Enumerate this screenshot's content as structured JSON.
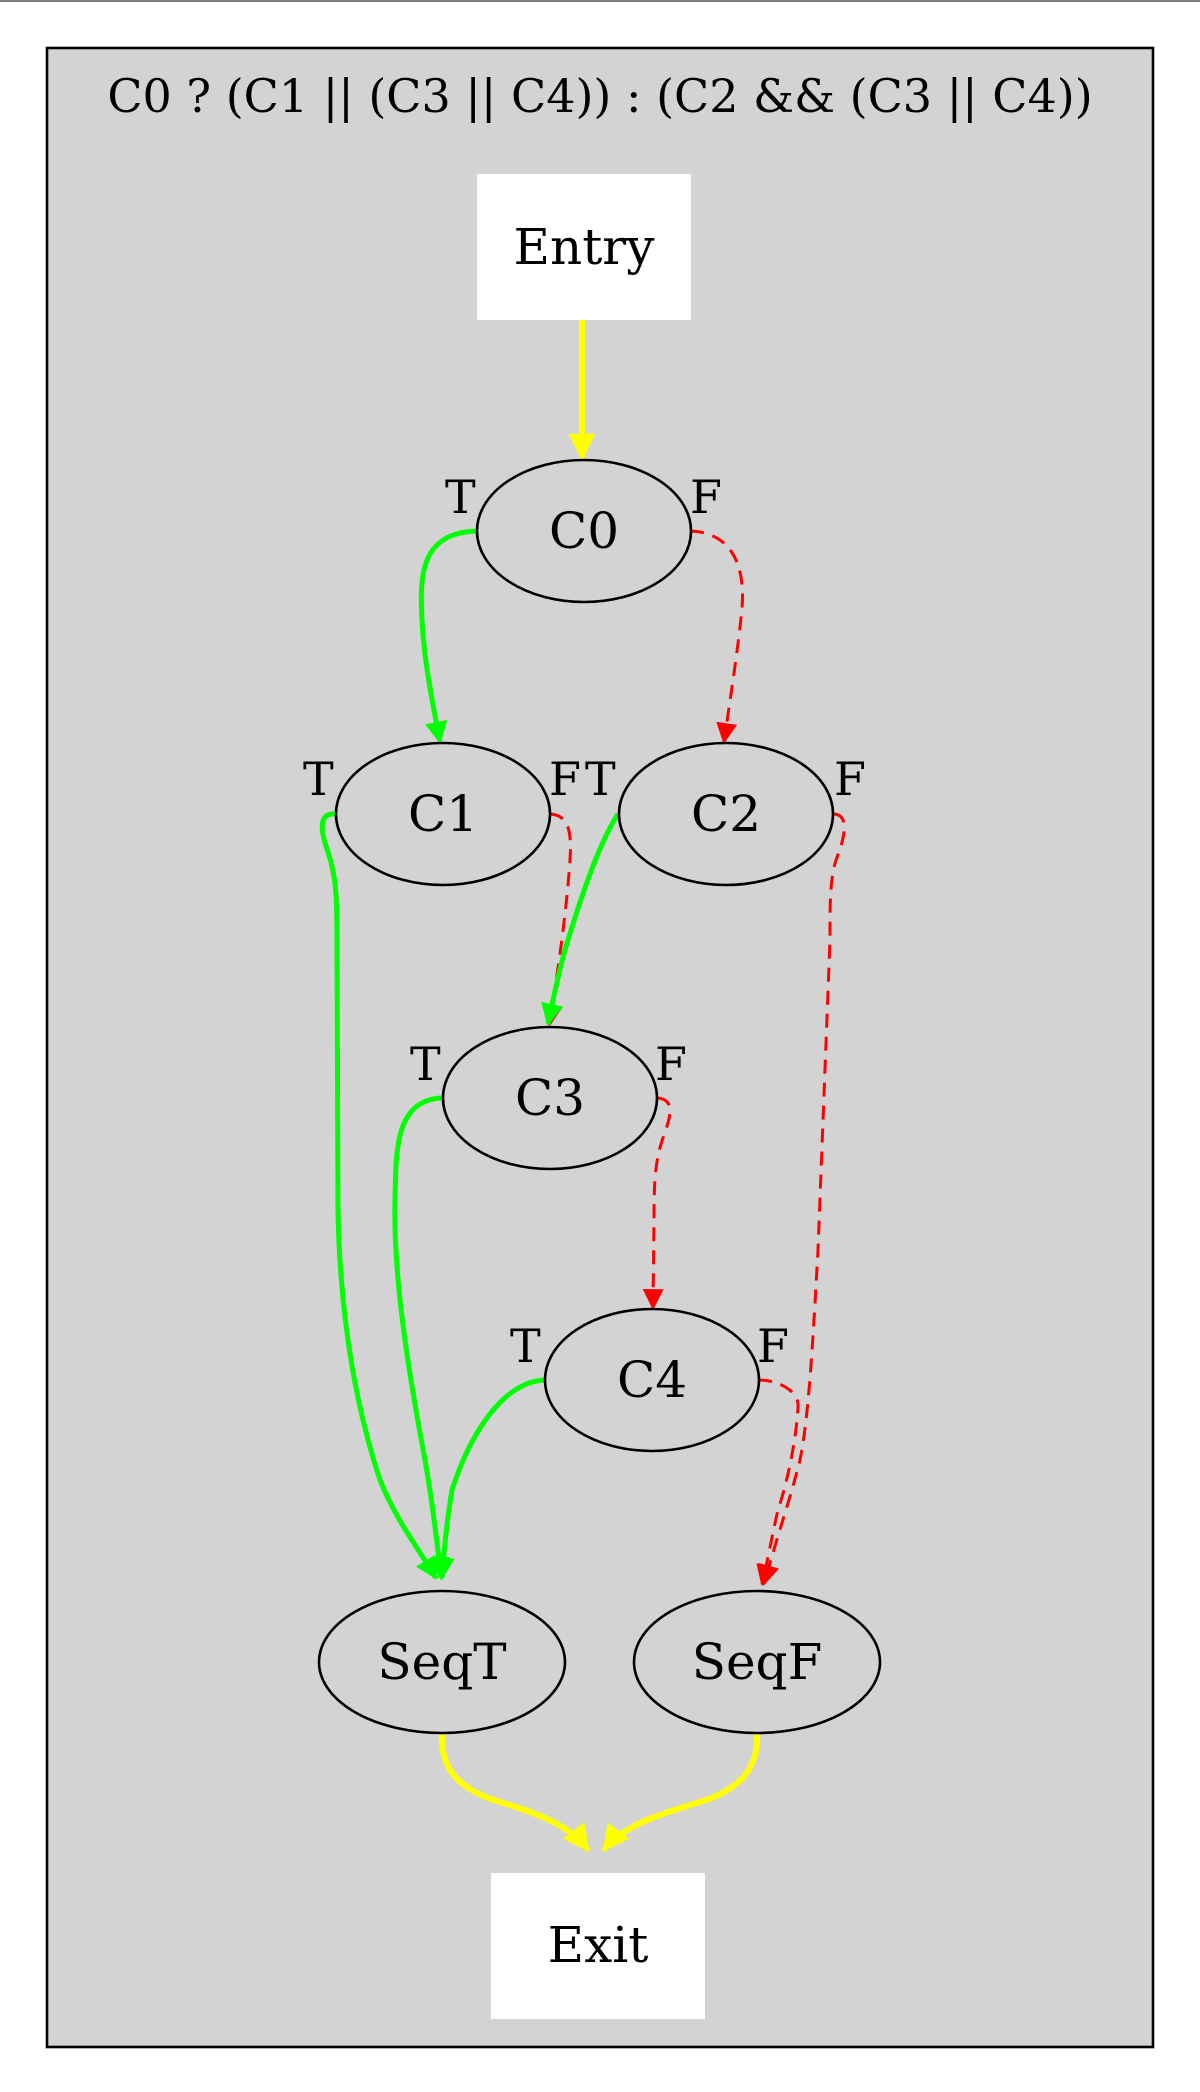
{
  "cluster": {
    "title": "C0 ? (C1 || (C3 || C4)) : (C2 && (C3 || C4))",
    "fill": "#d3d3d3"
  },
  "colors": {
    "true_edge": "#00ff00",
    "false_edge": "#ff0000",
    "flow_edge": "#ffff00",
    "box_fill": "#ffffff"
  },
  "nodes": {
    "entry": "Entry",
    "c0": "C0",
    "c1": "C1",
    "c2": "C2",
    "c3": "C3",
    "c4": "C4",
    "seqt": "SeqT",
    "seqf": "SeqF",
    "exit": "Exit"
  },
  "edge_labels": {
    "c0_true": "T",
    "c0_false": "F",
    "c1_true": "T",
    "c1_false": "F",
    "c2_true": "T",
    "c2_false": "F",
    "c3_true": "T",
    "c3_false": "F",
    "c4_true": "T",
    "c4_false": "F"
  },
  "edges": [
    {
      "from": "Entry",
      "to": "C0",
      "kind": "flow"
    },
    {
      "from": "C0",
      "to": "C1",
      "kind": "true"
    },
    {
      "from": "C0",
      "to": "C2",
      "kind": "false"
    },
    {
      "from": "C1",
      "to": "SeqT",
      "kind": "true"
    },
    {
      "from": "C1",
      "to": "C3",
      "kind": "false"
    },
    {
      "from": "C2",
      "to": "C3",
      "kind": "true"
    },
    {
      "from": "C2",
      "to": "SeqF",
      "kind": "false"
    },
    {
      "from": "C3",
      "to": "SeqT",
      "kind": "true"
    },
    {
      "from": "C3",
      "to": "C4",
      "kind": "false"
    },
    {
      "from": "C4",
      "to": "SeqT",
      "kind": "true"
    },
    {
      "from": "C4",
      "to": "SeqF",
      "kind": "false"
    },
    {
      "from": "SeqT",
      "to": "Exit",
      "kind": "flow"
    },
    {
      "from": "SeqF",
      "to": "Exit",
      "kind": "flow"
    }
  ]
}
